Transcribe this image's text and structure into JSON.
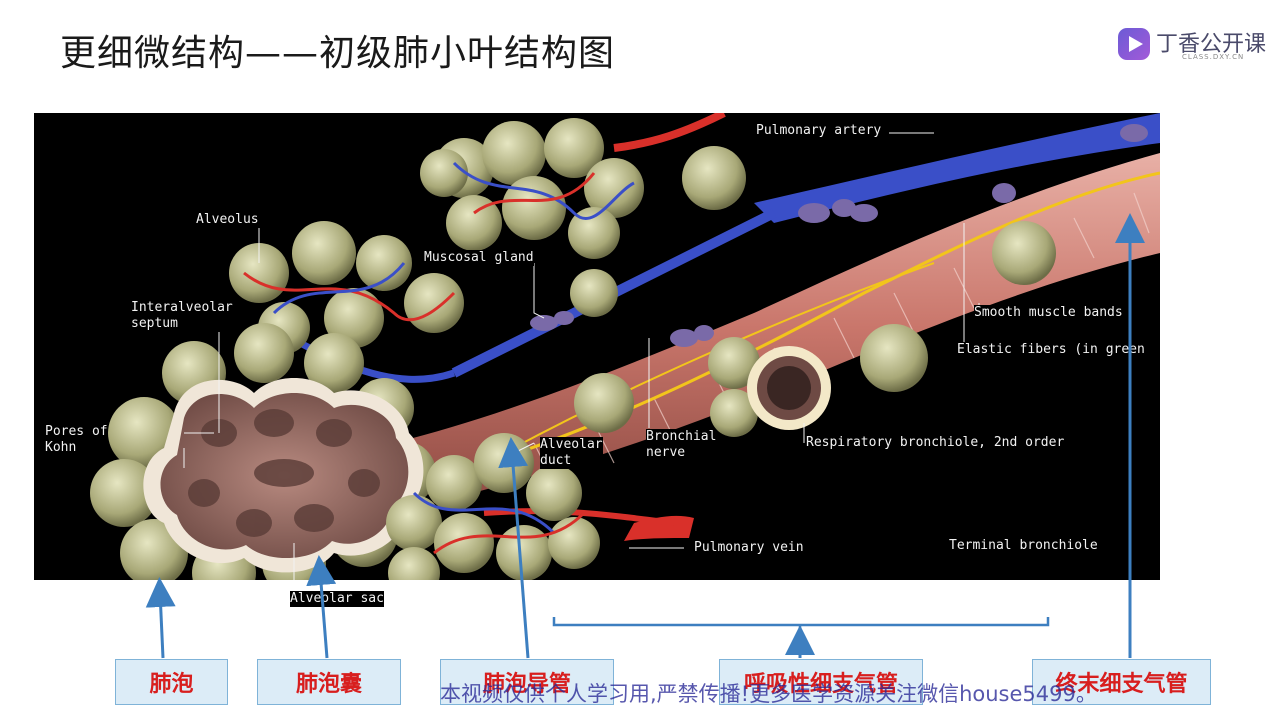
{
  "slide_title": "更细微结构——初级肺小叶结构图",
  "logo": {
    "text": "丁香公开课",
    "sub": "CLASS.DXY.CN"
  },
  "figure_labels": {
    "pulmonary_artery": "Pulmonary artery",
    "alveolus": "Alveolus",
    "muscosal_gland": "Muscosal gland",
    "interalveolar_septum": "Interalveolar\nseptum",
    "smooth_muscle_bands": "Smooth muscle bands",
    "elastic_fibers": "Elastic fibers (in green",
    "pores_of_kohn": "Pores of\nKohn",
    "alveolar_duct": "Alveolar\nduct",
    "bronchial_nerve": "Bronchial\nnerve",
    "respiratory_bronchiole": "Respiratory bronchiole, 2nd order",
    "pulmonary_vein": "Pulmonary vein",
    "terminal_bronchiole": "Terminal bronchiole",
    "alveolar_sac": "Alveolar sac"
  },
  "zh_labels": {
    "alveolus": "肺泡",
    "alveolar_sac": "肺泡囊",
    "alveolar_duct": "肺泡导管",
    "respiratory_bronchiole": "呼吸性细支气管",
    "terminal_bronchiole": "终末细支气管"
  },
  "watermark": "本视频仅供个人学习用,严禁传播!更多医学资源关注微信house5499。",
  "colors": {
    "title": "#1a1a1a",
    "label_box_bg": "#dcecf7",
    "label_box_border": "#7fb3d8",
    "label_text": "#d81e1e",
    "arrow": "#3d7fc0",
    "figure_bg": "#000000",
    "vessel_blue": "#3a4fc8",
    "vessel_red": "#d9302a",
    "nerve_yellow": "#f2c51b",
    "alveolus_green": "#b9b98a",
    "muscle_pink": "#d98f86"
  }
}
